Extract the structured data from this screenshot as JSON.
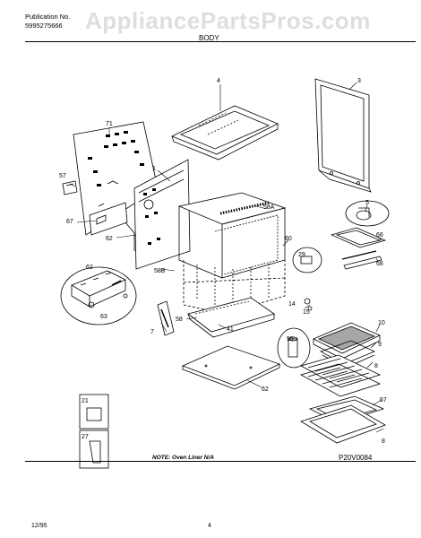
{
  "header": {
    "publication_label": "Publication No.",
    "publication_number": "5995275666",
    "watermark": "AppliancePartsPros.com",
    "section_title": "BODY"
  },
  "callouts": {
    "c1": "1",
    "c3": "3",
    "c4": "4",
    "c5": "5",
    "c6": "6",
    "c7": "7",
    "c8": "8",
    "c9": "9",
    "c10": "10",
    "c14": "14",
    "c15": "15",
    "c21": "21",
    "c27": "27",
    "c29": "29",
    "c41": "41",
    "c57": "57",
    "c58": "58",
    "c58A": "58A",
    "c58B": "58B",
    "c59": "59",
    "c60": "60",
    "c62a": "62",
    "c62b": "62",
    "c62c": "62",
    "c63": "63",
    "c66": "66",
    "c67a": "67",
    "c67b": "67",
    "c68": "68",
    "c71": "71"
  },
  "footer": {
    "note": "NOTE: Oven Liner N/A",
    "figure_ref": "P20V0084",
    "date": "12/95",
    "page": "4"
  }
}
